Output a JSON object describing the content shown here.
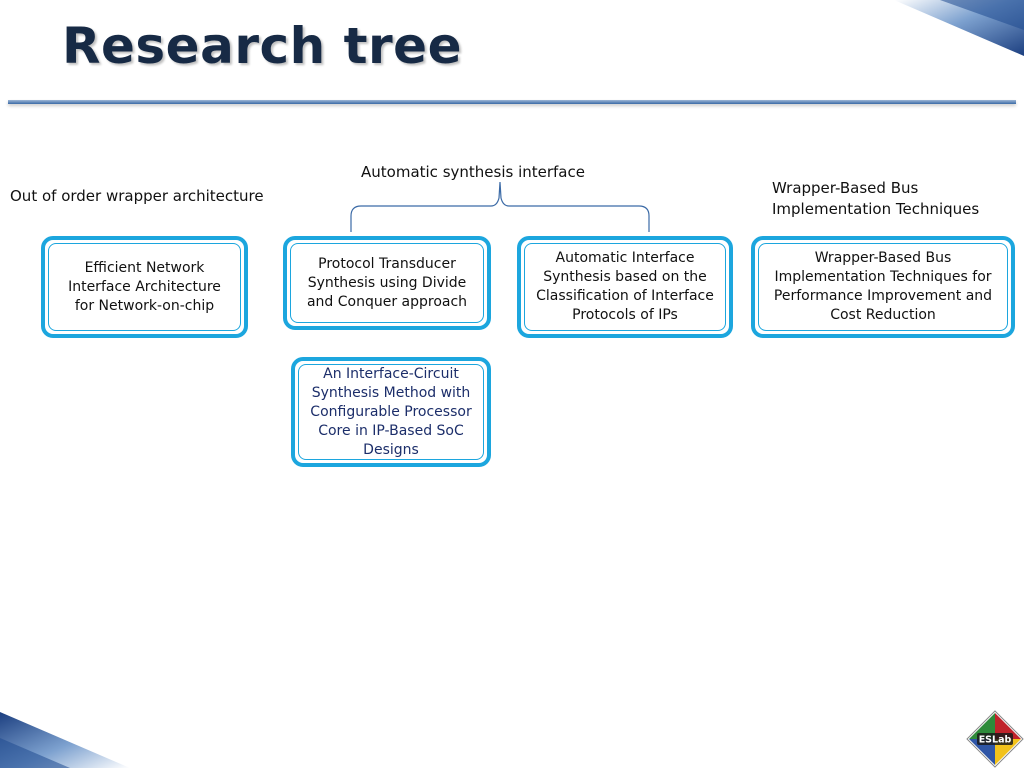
{
  "slide": {
    "title": "Research tree"
  },
  "labels": {
    "left": "Out of order wrapper architecture",
    "center": "Automatic synthesis interface",
    "right": "Wrapper-Based Bus Implementation Techniques"
  },
  "nodes": [
    {
      "id": "efficient-ni",
      "text": "Efficient Network Interface Architecture for Network-on-chip"
    },
    {
      "id": "protocol-transducer",
      "text": "Protocol Transducer Synthesis using Divide and Conquer approach"
    },
    {
      "id": "automatic-interface",
      "text": "Automatic Interface Synthesis based on the Classification of Interface Protocols of IPs"
    },
    {
      "id": "wrapper-bus",
      "text": "Wrapper-Based Bus Implementation Techniques for Performance Improvement and Cost Reduction"
    },
    {
      "id": "interface-circuit",
      "text": "An Interface-Circuit Synthesis Method with Configurable Processor Core in IP-Based SoC Designs"
    }
  ],
  "logo": {
    "text": "ESLab"
  },
  "colors": {
    "title": "#172a45",
    "node_border": "#1ca6de",
    "rule": "#3b6aa6",
    "brace": "#3b6aa6"
  }
}
